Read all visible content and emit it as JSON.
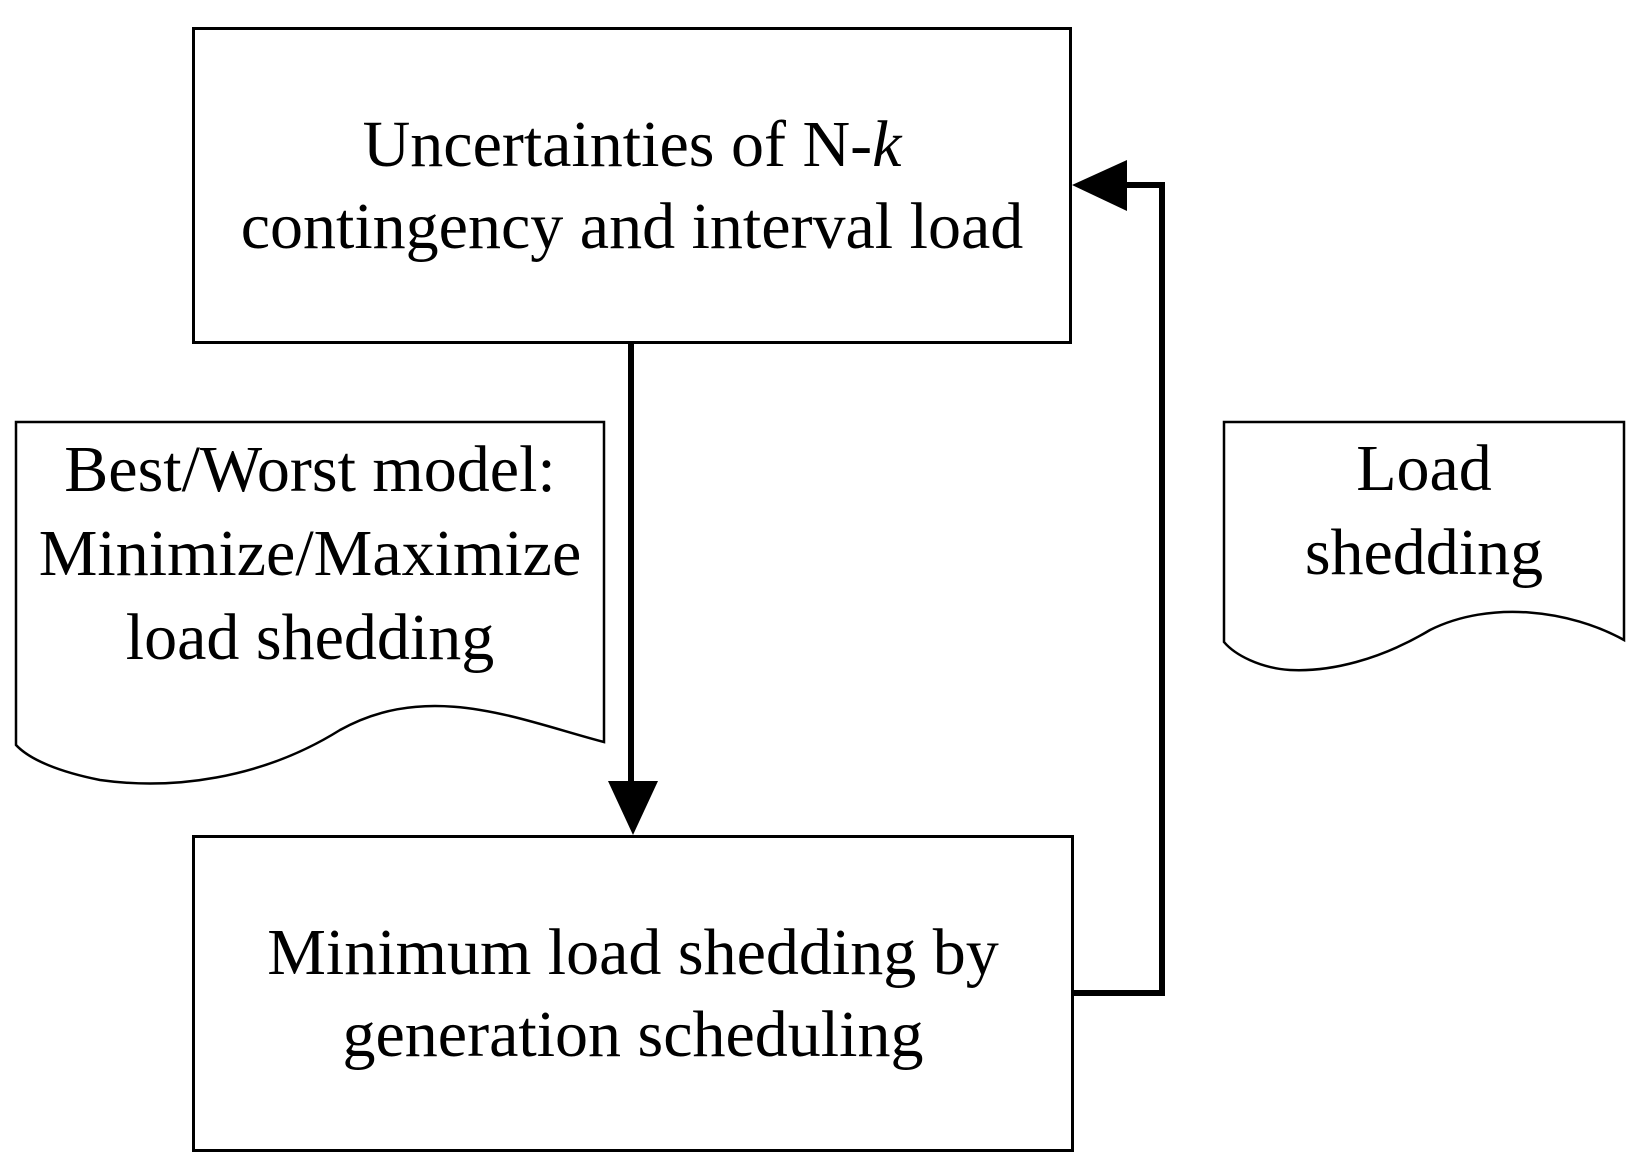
{
  "diagram": {
    "top_box": {
      "line1_prefix": "Uncertainties of N-",
      "line1_italic": "k",
      "line2": "contingency and interval load"
    },
    "bottom_box": {
      "line1": "Minimum load shedding by",
      "line2": "generation scheduling"
    },
    "left_note": {
      "line1": "Best/Worst model:",
      "line2": "Minimize/Maximize",
      "line3": "load shedding"
    },
    "right_note": {
      "line1": "Load",
      "line2": "shedding"
    }
  }
}
